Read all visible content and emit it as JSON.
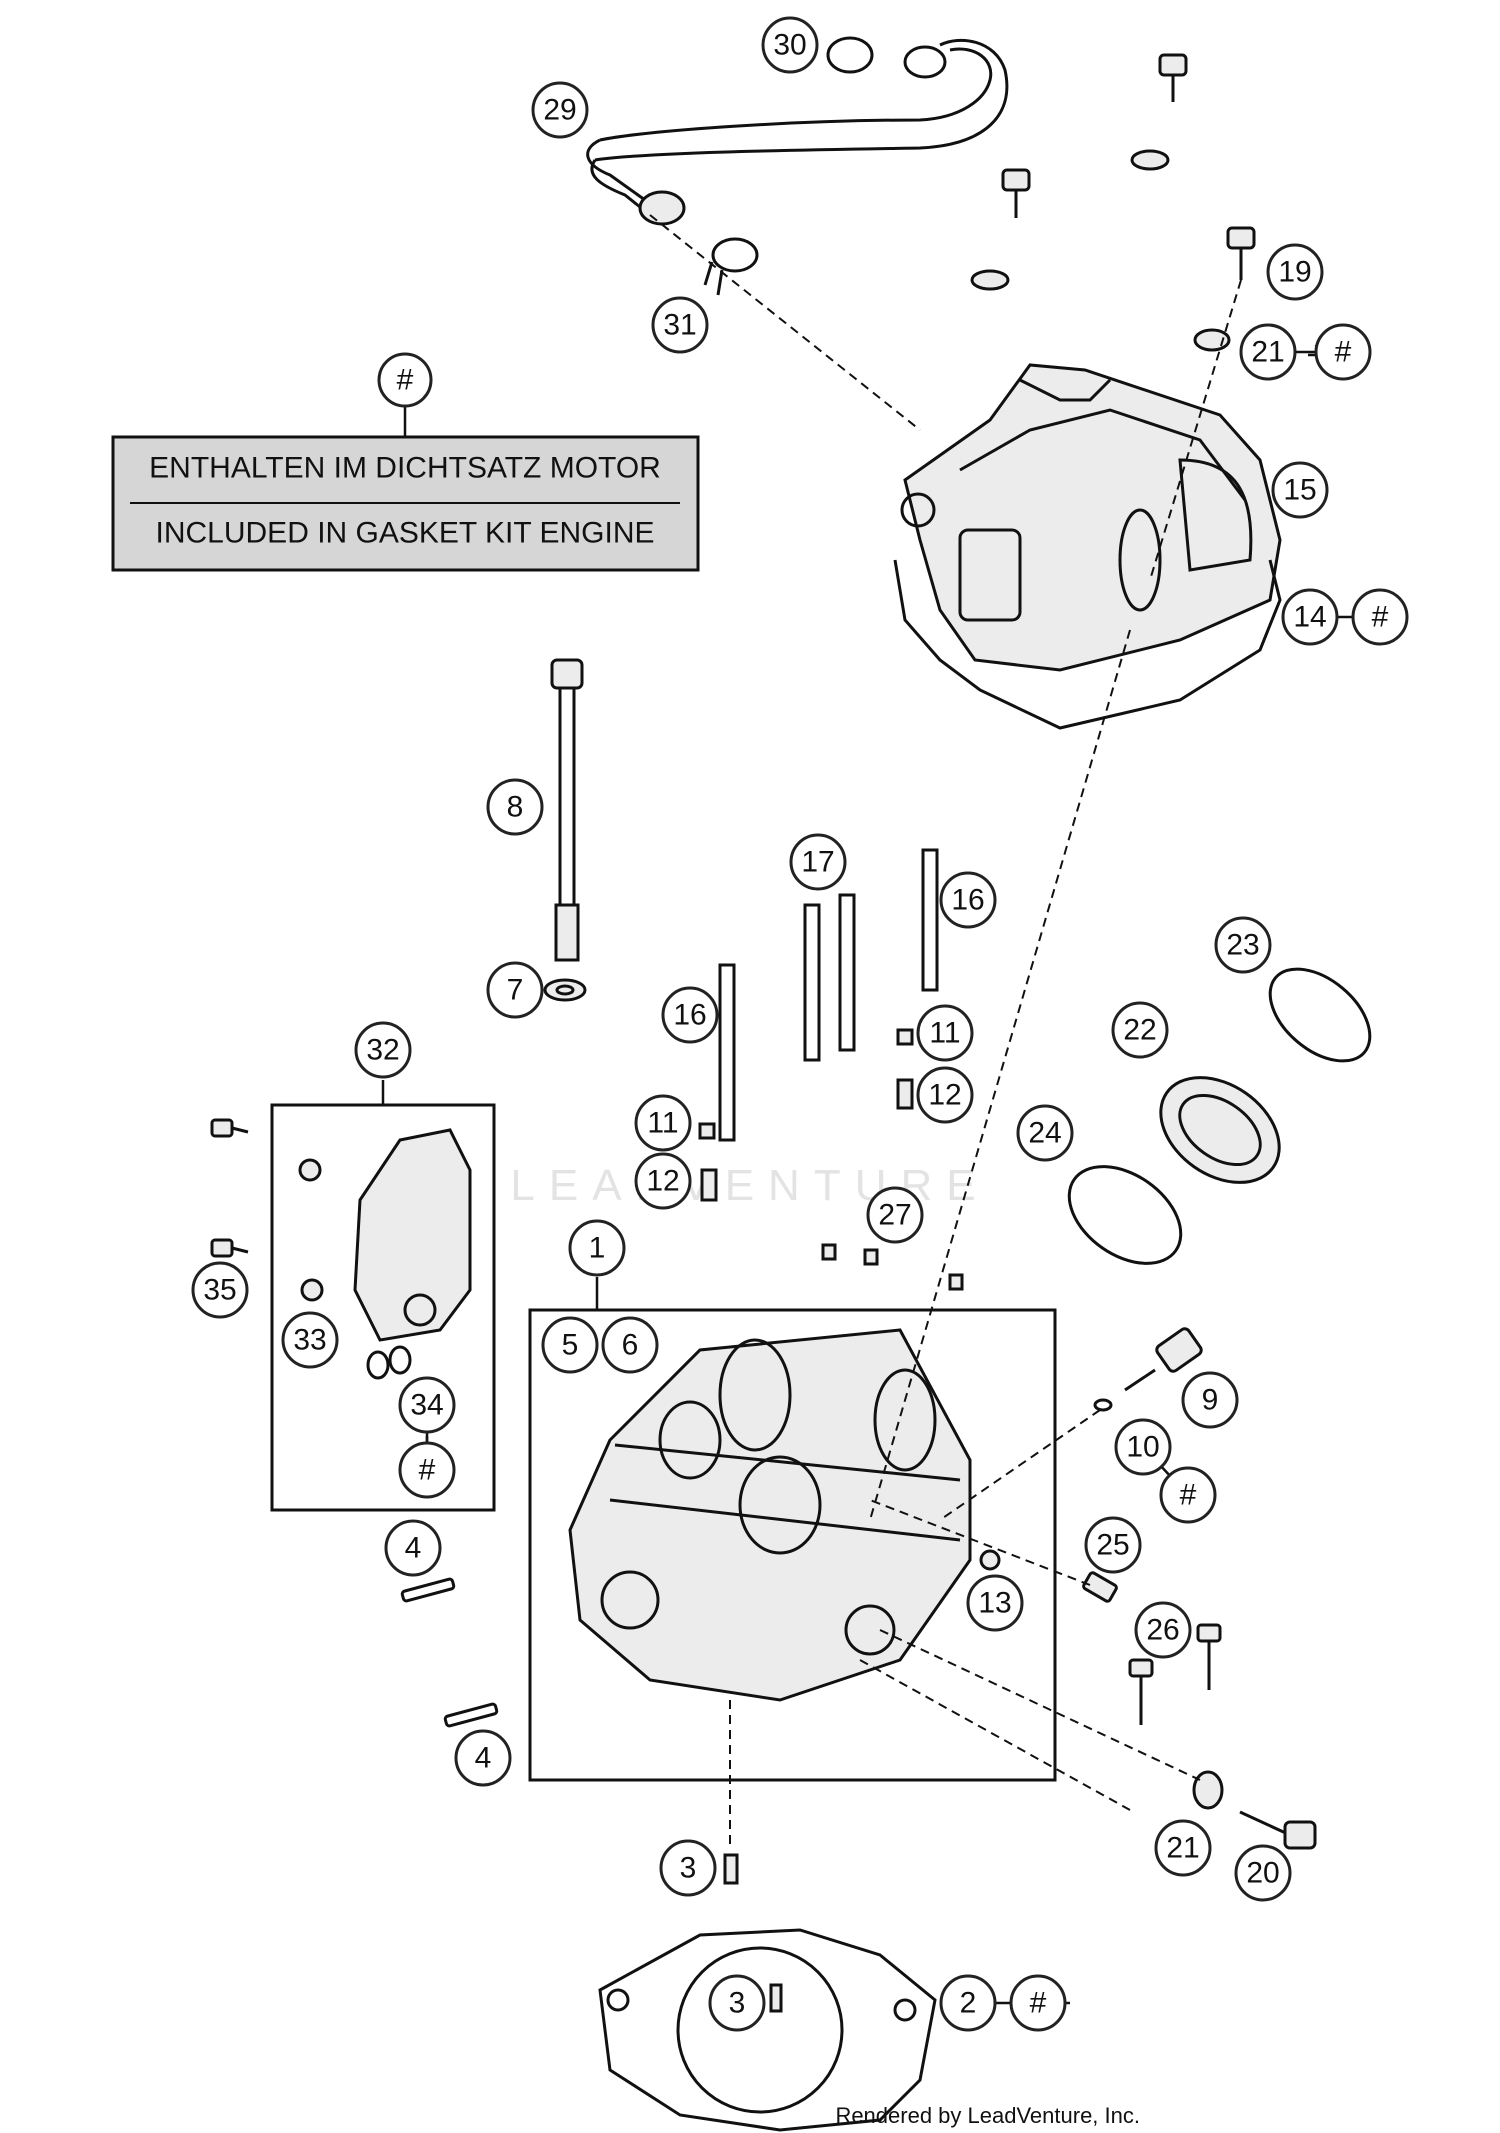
{
  "legend": {
    "symbol": "#",
    "line1": "ENTHALTEN IM DICHTSATZ MOTOR",
    "line2": "INCLUDED IN GASKET KIT ENGINE"
  },
  "watermark": "LEADVENTURE",
  "credit": "Rendered by LeadVenture, Inc.",
  "callouts": [
    {
      "id": "c30",
      "label": "30"
    },
    {
      "id": "c29",
      "label": "29"
    },
    {
      "id": "c31",
      "label": "31"
    },
    {
      "id": "c19",
      "label": "19"
    },
    {
      "id": "c21a",
      "label": "21"
    },
    {
      "id": "c21a_hash",
      "label": "#"
    },
    {
      "id": "c15",
      "label": "15"
    },
    {
      "id": "c14",
      "label": "14"
    },
    {
      "id": "c14_hash",
      "label": "#"
    },
    {
      "id": "c8",
      "label": "8"
    },
    {
      "id": "c7",
      "label": "7"
    },
    {
      "id": "c17",
      "label": "17"
    },
    {
      "id": "c16a",
      "label": "16"
    },
    {
      "id": "c16b",
      "label": "16"
    },
    {
      "id": "c11a",
      "label": "11"
    },
    {
      "id": "c12a",
      "label": "12"
    },
    {
      "id": "c11b",
      "label": "11"
    },
    {
      "id": "c12b",
      "label": "12"
    },
    {
      "id": "c23",
      "label": "23"
    },
    {
      "id": "c22",
      "label": "22"
    },
    {
      "id": "c24",
      "label": "24"
    },
    {
      "id": "c27",
      "label": "27"
    },
    {
      "id": "c32",
      "label": "32"
    },
    {
      "id": "c35",
      "label": "35"
    },
    {
      "id": "c33",
      "label": "33"
    },
    {
      "id": "c34",
      "label": "34"
    },
    {
      "id": "c34_hash",
      "label": "#"
    },
    {
      "id": "c1",
      "label": "1"
    },
    {
      "id": "c5",
      "label": "5"
    },
    {
      "id": "c6",
      "label": "6"
    },
    {
      "id": "c9",
      "label": "9"
    },
    {
      "id": "c10",
      "label": "10"
    },
    {
      "id": "c10_hash",
      "label": "#"
    },
    {
      "id": "c25",
      "label": "25"
    },
    {
      "id": "c13",
      "label": "13"
    },
    {
      "id": "c26",
      "label": "26"
    },
    {
      "id": "c4a",
      "label": "4"
    },
    {
      "id": "c4b",
      "label": "4"
    },
    {
      "id": "c3a",
      "label": "3"
    },
    {
      "id": "c21b",
      "label": "21"
    },
    {
      "id": "c20",
      "label": "20"
    },
    {
      "id": "c3b",
      "label": "3"
    },
    {
      "id": "c2",
      "label": "2"
    },
    {
      "id": "c2_hash",
      "label": "#"
    }
  ]
}
